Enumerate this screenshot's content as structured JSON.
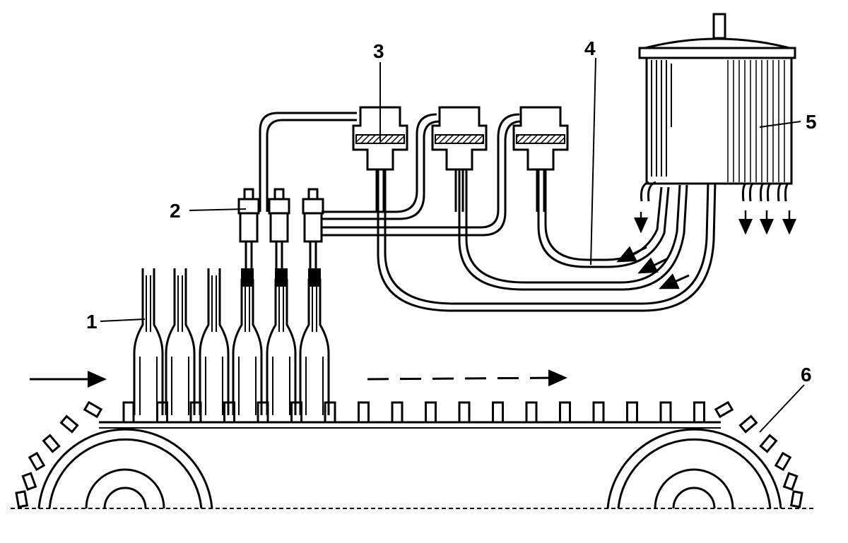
{
  "diagram": {
    "labels": {
      "bottles": "1",
      "filler_valves": "2",
      "flow_meters": "3",
      "hoses": "4",
      "tank": "5",
      "conveyor": "6"
    }
  },
  "colors": {
    "ink": "#000000",
    "paper": "#ffffff"
  }
}
